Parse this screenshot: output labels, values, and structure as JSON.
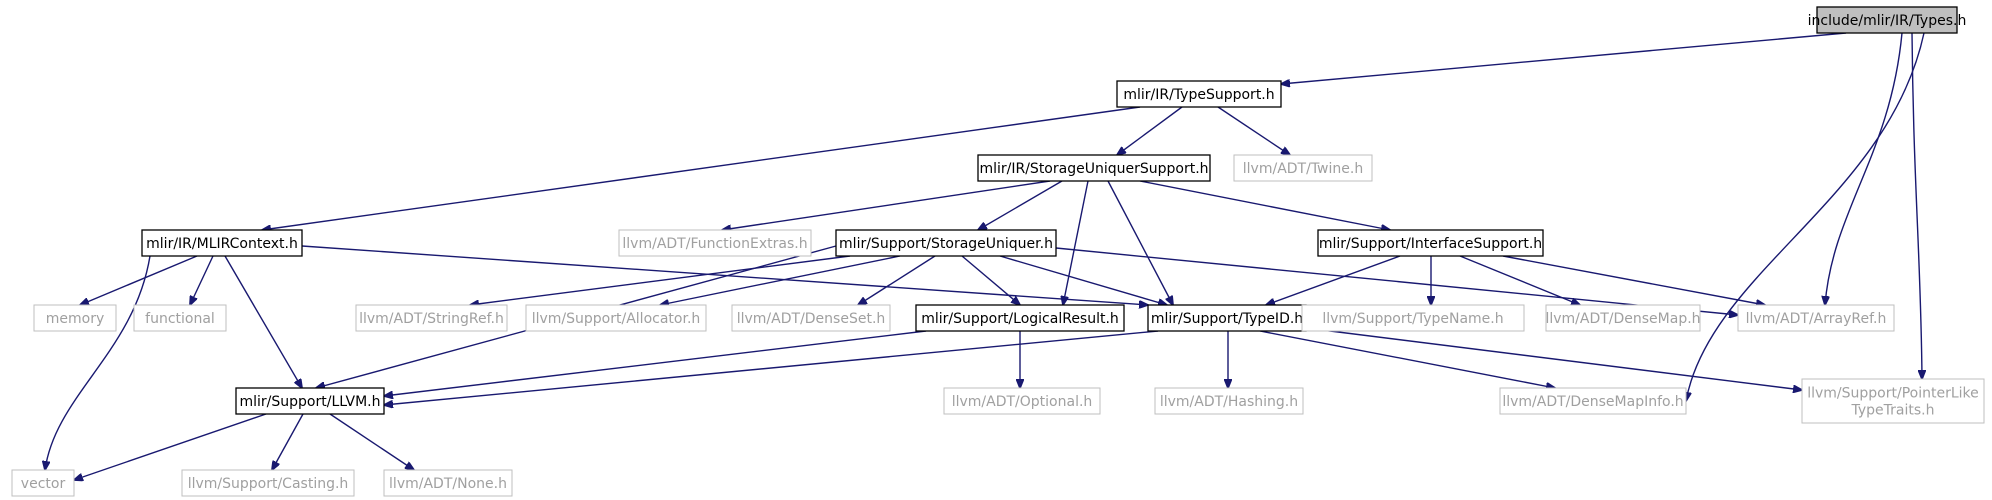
{
  "graph": {
    "title": "include/mlir/IR/Types.h",
    "colors": {
      "edge": "#191970",
      "node_border_main": "#000000",
      "node_border_external": "#bfbfbf",
      "text_main": "#000000",
      "text_external": "#a0a0a0",
      "root_fill": "#bfbfbf",
      "node_fill": "#ffffff"
    },
    "nodes": [
      {
        "id": "types",
        "label": "include/mlir/IR/Types.h",
        "style": "root"
      },
      {
        "id": "typesupport",
        "label": "mlir/IR/TypeSupport.h",
        "style": "main"
      },
      {
        "id": "storageuniquersupport",
        "label": "mlir/IR/StorageUniquerSupport.h",
        "style": "main"
      },
      {
        "id": "twine",
        "label": "llvm/ADT/Twine.h",
        "style": "external"
      },
      {
        "id": "mlircontext",
        "label": "mlir/IR/MLIRContext.h",
        "style": "main"
      },
      {
        "id": "functionextras",
        "label": "llvm/ADT/FunctionExtras.h",
        "style": "external"
      },
      {
        "id": "storageuniquer",
        "label": "mlir/Support/StorageUniquer.h",
        "style": "main"
      },
      {
        "id": "interfacesupport",
        "label": "mlir/Support/InterfaceSupport.h",
        "style": "main"
      },
      {
        "id": "memory",
        "label": "memory",
        "style": "external"
      },
      {
        "id": "functional",
        "label": "functional",
        "style": "external"
      },
      {
        "id": "stringref",
        "label": "llvm/ADT/StringRef.h",
        "style": "external"
      },
      {
        "id": "allocator",
        "label": "llvm/Support/Allocator.h",
        "style": "external"
      },
      {
        "id": "denseset",
        "label": "llvm/ADT/DenseSet.h",
        "style": "external"
      },
      {
        "id": "logicalresult",
        "label": "mlir/Support/LogicalResult.h",
        "style": "main"
      },
      {
        "id": "typeid",
        "label": "mlir/Support/TypeID.h",
        "style": "main"
      },
      {
        "id": "typename",
        "label": "llvm/Support/TypeName.h",
        "style": "external"
      },
      {
        "id": "densemap",
        "label": "llvm/ADT/DenseMap.h",
        "style": "external"
      },
      {
        "id": "arrayref",
        "label": "llvm/ADT/ArrayRef.h",
        "style": "external"
      },
      {
        "id": "llvm",
        "label": "mlir/Support/LLVM.h",
        "style": "main"
      },
      {
        "id": "optional",
        "label": "llvm/ADT/Optional.h",
        "style": "external"
      },
      {
        "id": "hashing",
        "label": "llvm/ADT/Hashing.h",
        "style": "external"
      },
      {
        "id": "densemapinfo",
        "label": "llvm/ADT/DenseMapInfo.h",
        "style": "external"
      },
      {
        "id": "pointerlike",
        "label": [
          "llvm/Support/PointerLike",
          "TypeTraits.h"
        ],
        "style": "external"
      },
      {
        "id": "vector",
        "label": "vector",
        "style": "external"
      },
      {
        "id": "casting",
        "label": "llvm/Support/Casting.h",
        "style": "external"
      },
      {
        "id": "none",
        "label": "llvm/ADT/None.h",
        "style": "external"
      }
    ],
    "edges": [
      {
        "from": "types",
        "to": "typesupport"
      },
      {
        "from": "types",
        "to": "arrayref"
      },
      {
        "from": "types",
        "to": "densemapinfo"
      },
      {
        "from": "types",
        "to": "pointerlike"
      },
      {
        "from": "typesupport",
        "to": "mlircontext"
      },
      {
        "from": "typesupport",
        "to": "storageuniquersupport"
      },
      {
        "from": "typesupport",
        "to": "twine"
      },
      {
        "from": "storageuniquersupport",
        "to": "functionextras"
      },
      {
        "from": "storageuniquersupport",
        "to": "storageuniquer"
      },
      {
        "from": "storageuniquersupport",
        "to": "logicalresult"
      },
      {
        "from": "storageuniquersupport",
        "to": "typeid"
      },
      {
        "from": "storageuniquersupport",
        "to": "interfacesupport"
      },
      {
        "from": "mlircontext",
        "to": "memory"
      },
      {
        "from": "mlircontext",
        "to": "functional"
      },
      {
        "from": "mlircontext",
        "to": "llvm"
      },
      {
        "from": "mlircontext",
        "to": "typeid"
      },
      {
        "from": "mlircontext",
        "to": "vector"
      },
      {
        "from": "storageuniquer",
        "to": "llvm"
      },
      {
        "from": "storageuniquer",
        "to": "stringref"
      },
      {
        "from": "storageuniquer",
        "to": "allocator"
      },
      {
        "from": "storageuniquer",
        "to": "denseset"
      },
      {
        "from": "storageuniquer",
        "to": "logicalresult"
      },
      {
        "from": "storageuniquer",
        "to": "typeid"
      },
      {
        "from": "storageuniquer",
        "to": "arrayref"
      },
      {
        "from": "interfacesupport",
        "to": "typeid"
      },
      {
        "from": "interfacesupport",
        "to": "typename"
      },
      {
        "from": "interfacesupport",
        "to": "densemap"
      },
      {
        "from": "interfacesupport",
        "to": "arrayref"
      },
      {
        "from": "logicalresult",
        "to": "llvm"
      },
      {
        "from": "logicalresult",
        "to": "optional"
      },
      {
        "from": "typeid",
        "to": "llvm"
      },
      {
        "from": "typeid",
        "to": "hashing"
      },
      {
        "from": "typeid",
        "to": "densemapinfo"
      },
      {
        "from": "typeid",
        "to": "pointerlike"
      },
      {
        "from": "llvm",
        "to": "vector"
      },
      {
        "from": "llvm",
        "to": "casting"
      },
      {
        "from": "llvm",
        "to": "none"
      }
    ]
  }
}
